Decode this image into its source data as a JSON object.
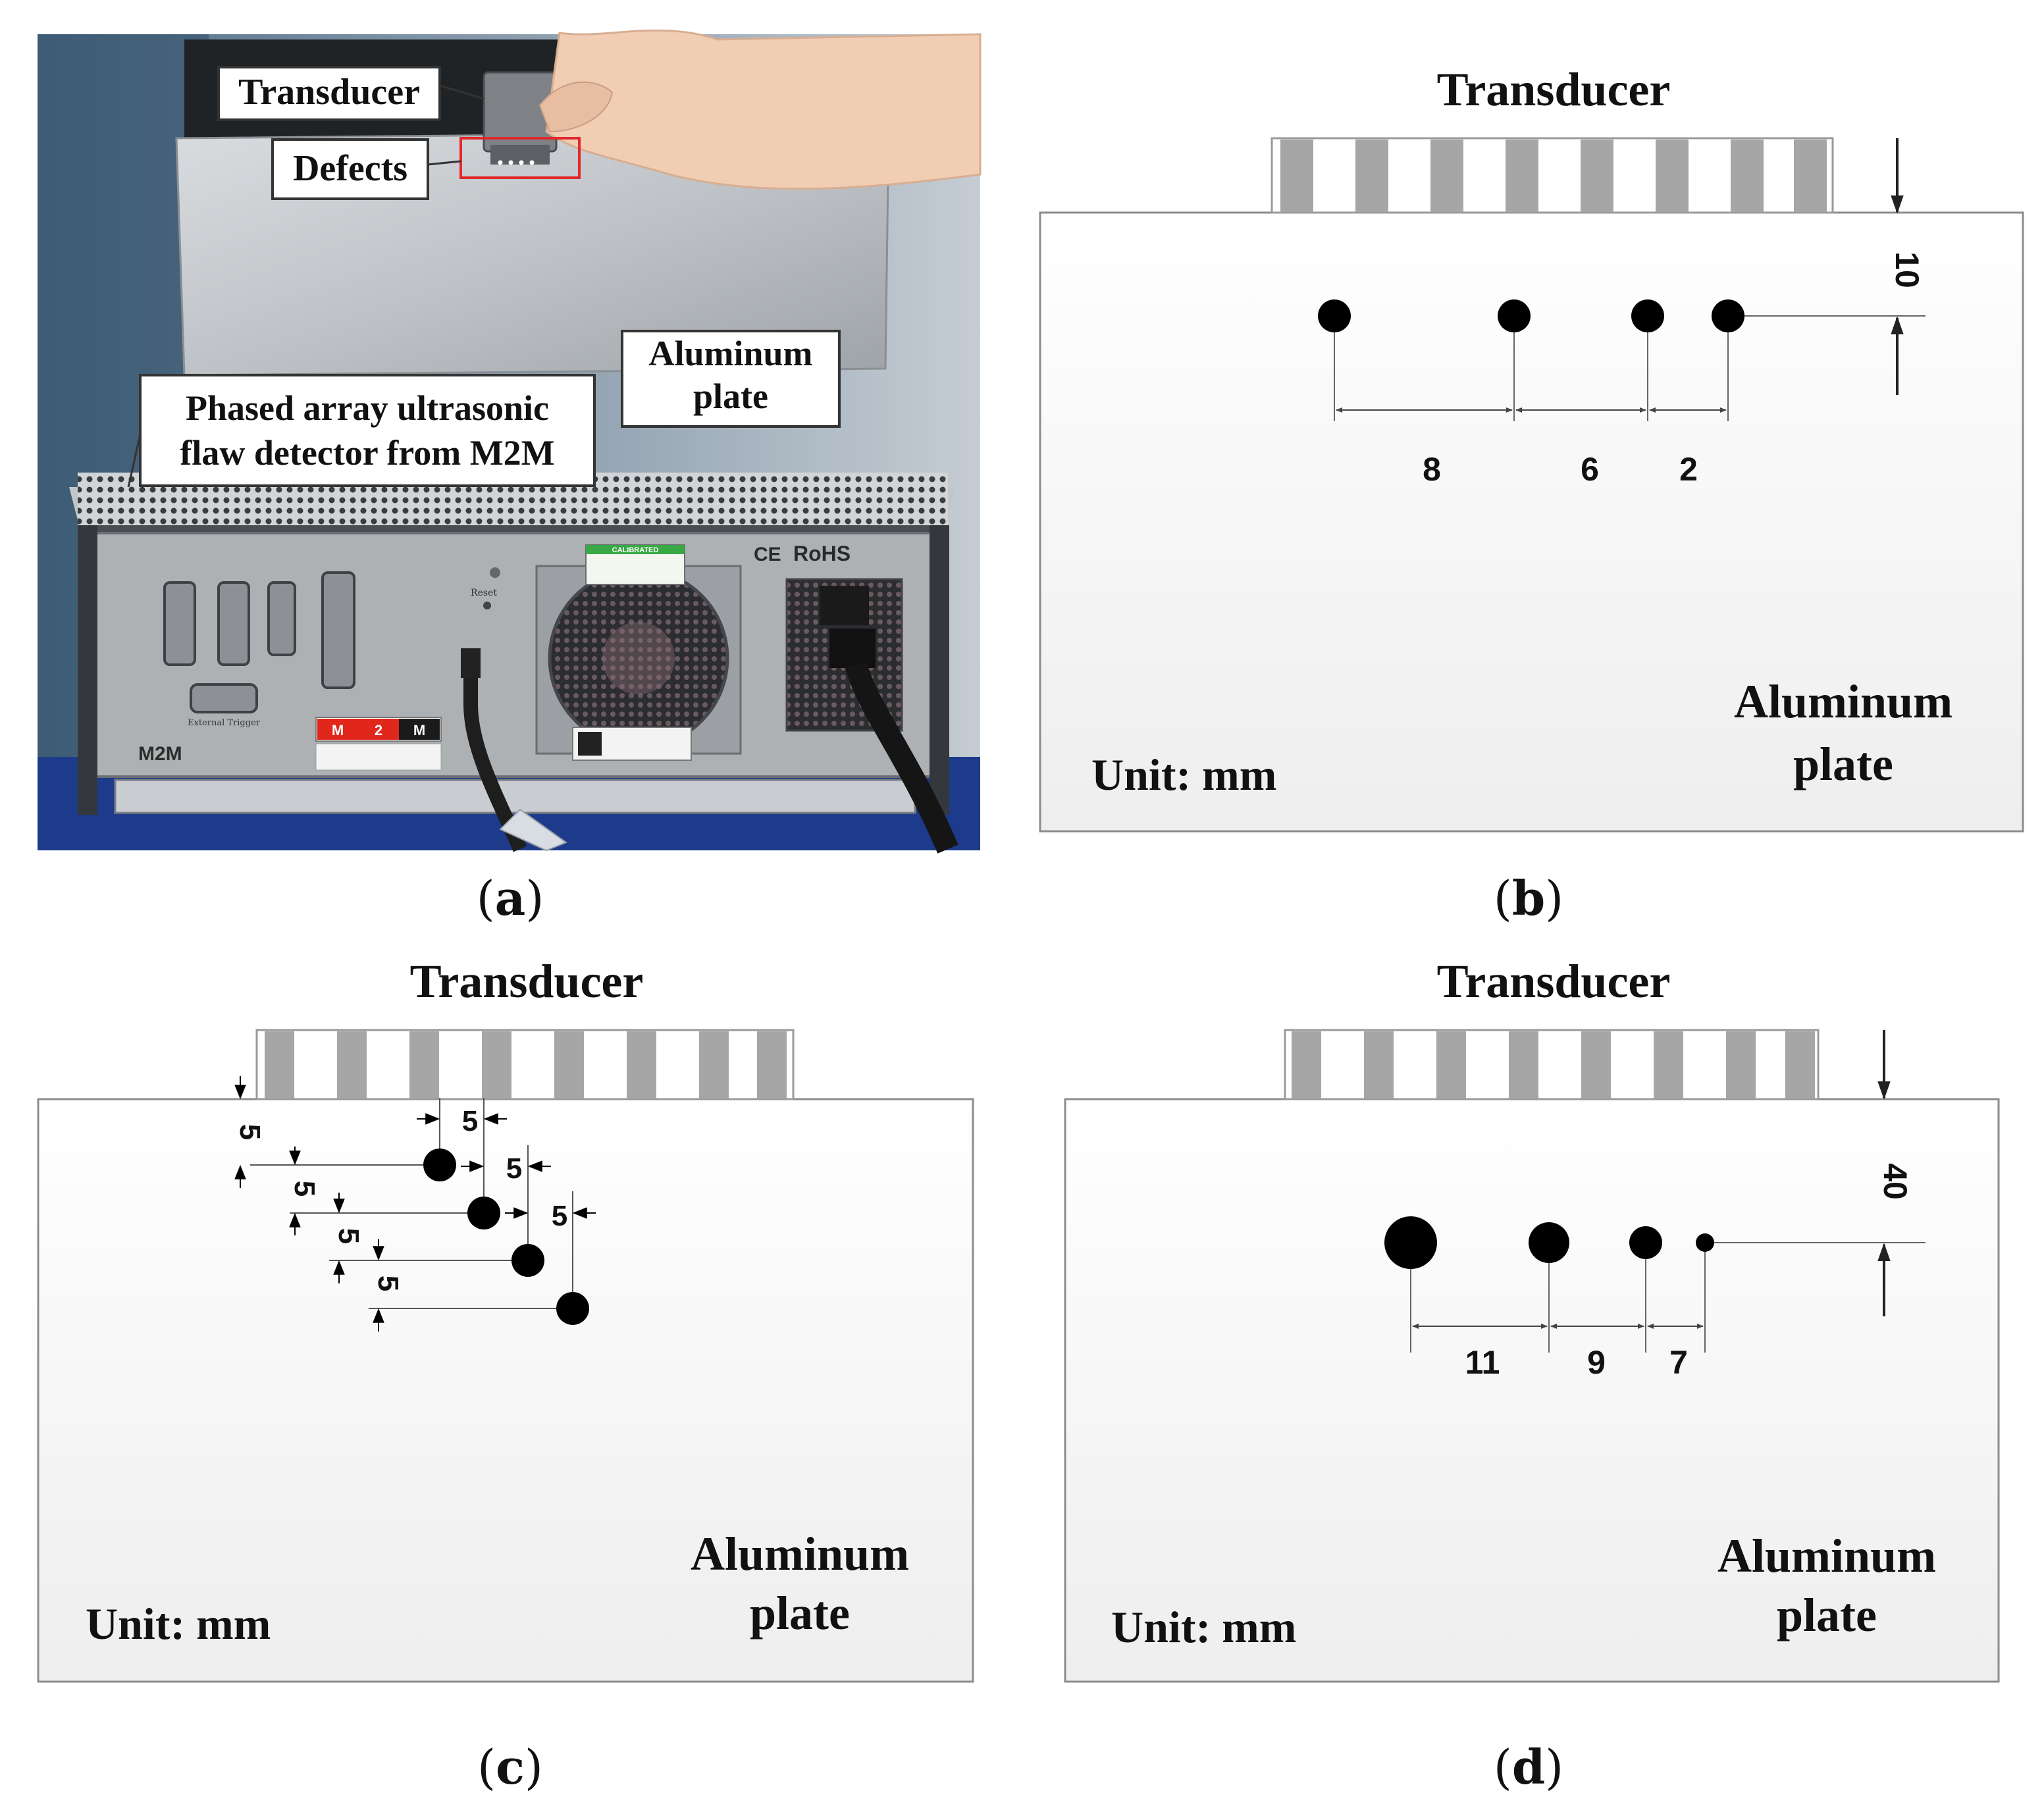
{
  "panel_a": {
    "caption": "a",
    "callouts": {
      "transducer": "Transducer",
      "defects": "Defects",
      "aluminum_line1": "Aluminum",
      "aluminum_line2": "plate",
      "detector_line1": "Phased array ultrasonic",
      "detector_line2": "flaw detector from M2M"
    },
    "device_text": {
      "brand": "M2M",
      "rohs": "RoHS",
      "ce": "CE",
      "calibrated": "CALIBRATED",
      "reset": "Reset",
      "external_trigger": "External Trigger",
      "logo_letters": [
        "M",
        "2",
        "M"
      ]
    }
  },
  "panel_b": {
    "caption": "b",
    "transducer_label": "Transducer",
    "plate_label_line1": "Aluminum",
    "plate_label_line2": "plate",
    "unit": "Unit: mm",
    "depth_label": "10",
    "spacings": [
      "8",
      "6",
      "2"
    ]
  },
  "panel_c": {
    "caption": "c",
    "transducer_label": "Transducer",
    "plate_label_line1": "Aluminum",
    "plate_label_line2": "plate",
    "unit": "Unit: mm",
    "vertical_labels": [
      "5",
      "5",
      "5",
      "5"
    ],
    "horizontal_labels": [
      "5",
      "5",
      "5"
    ]
  },
  "panel_d": {
    "caption": "d",
    "transducer_label": "Transducer",
    "plate_label_line1": "Aluminum",
    "plate_label_line2": "plate",
    "unit": "Unit: mm",
    "depth_label": "40",
    "spacings": [
      "11",
      "9",
      "7"
    ]
  },
  "colors": {
    "element_fill": "#a6a6a6",
    "plate_fill": "#f7f7f7",
    "plate_stroke": "#8c8c8c",
    "defect": "#000000",
    "callout_border": "#333333"
  }
}
